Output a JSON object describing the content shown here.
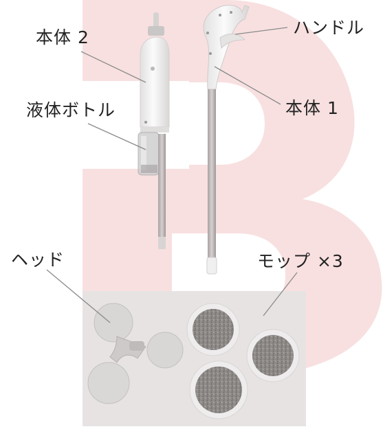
{
  "labels": {
    "body2": "本体 2",
    "handle": "ハンドル",
    "liquid_bottle": "液体ボトル",
    "body1": "本体 1",
    "head": "ヘッド",
    "mop": "モップ ×3"
  },
  "colors": {
    "watermark": "#f7dede",
    "leader_line": "#8a8a8a",
    "label_text": "#222222",
    "mop_pad": "#8e8a88",
    "parts_white": "#f1f1f1",
    "pole": "#b9b2b2"
  }
}
